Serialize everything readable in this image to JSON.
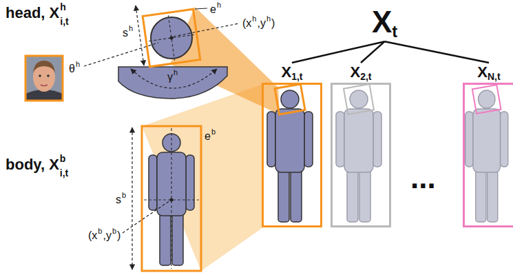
{
  "diagram": {
    "nodes": [
      {
        "text": [
          "X",
          "t"
        ]
      },
      {
        "text": [
          "X",
          "1,t"
        ]
      },
      {
        "text": [
          "X",
          "2,t"
        ]
      },
      {
        "text": [
          "X",
          "N,t"
        ]
      }
    ],
    "edges": [
      {
        "from": 0,
        "to": 1,
        "arrow": "none"
      },
      {
        "from": 0,
        "to": 2,
        "arrow": "none"
      },
      {
        "from": 0,
        "to": 3,
        "arrow": "none"
      }
    ],
    "labels": [
      "head, X",
      "i,t",
      "h",
      "body, X",
      "i,t",
      "b",
      "s",
      "h",
      "e",
      "h",
      "(x",
      "h",
      ",y",
      "h",
      ")",
      "θ",
      "h",
      "γ",
      "h",
      "e",
      "b",
      "s",
      "b",
      "(x",
      "b",
      ",y",
      "b",
      ")",
      "..."
    ]
  }
}
